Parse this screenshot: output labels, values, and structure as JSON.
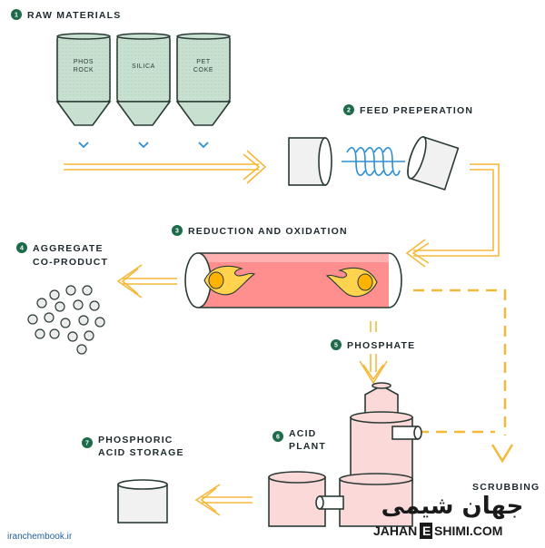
{
  "steps": [
    {
      "num": "1",
      "label": "RAW MATERIALS"
    },
    {
      "num": "2",
      "label": "FEED PREPERATION"
    },
    {
      "num": "3",
      "label": "REDUCTION AND OXIDATION"
    },
    {
      "num": "4",
      "label_line1": "AGGREGATE",
      "label_line2": "CO-PRODUCT"
    },
    {
      "num": "5",
      "label": "PHOSPHATE"
    },
    {
      "num": "6",
      "label_line1": "ACID",
      "label_line2": "PLANT"
    },
    {
      "num": "7",
      "label_line1": "PHOSPHORIC",
      "label_line2": "ACID STORAGE"
    }
  ],
  "silos": [
    {
      "line1": "PHOS",
      "line2": "ROCK"
    },
    {
      "line1": "SILICA",
      "line2": ""
    },
    {
      "line1": "PET",
      "line2": "COKE"
    }
  ],
  "scrubbing_label": "SCRUBBING",
  "footer_url": "iranchembook.ir",
  "brand": {
    "fa": "جهان شیمی",
    "en_left": "JAHAN",
    "en_mid": "E",
    "en_right": "SHIMI.COM"
  },
  "colors": {
    "accent": "#f5b93a",
    "silo": "#c8e0d0",
    "step_badge": "#1d6b4a",
    "kiln": "#ff8f8f",
    "plant": "#fbd9d9",
    "coil": "#2b8fd6"
  }
}
